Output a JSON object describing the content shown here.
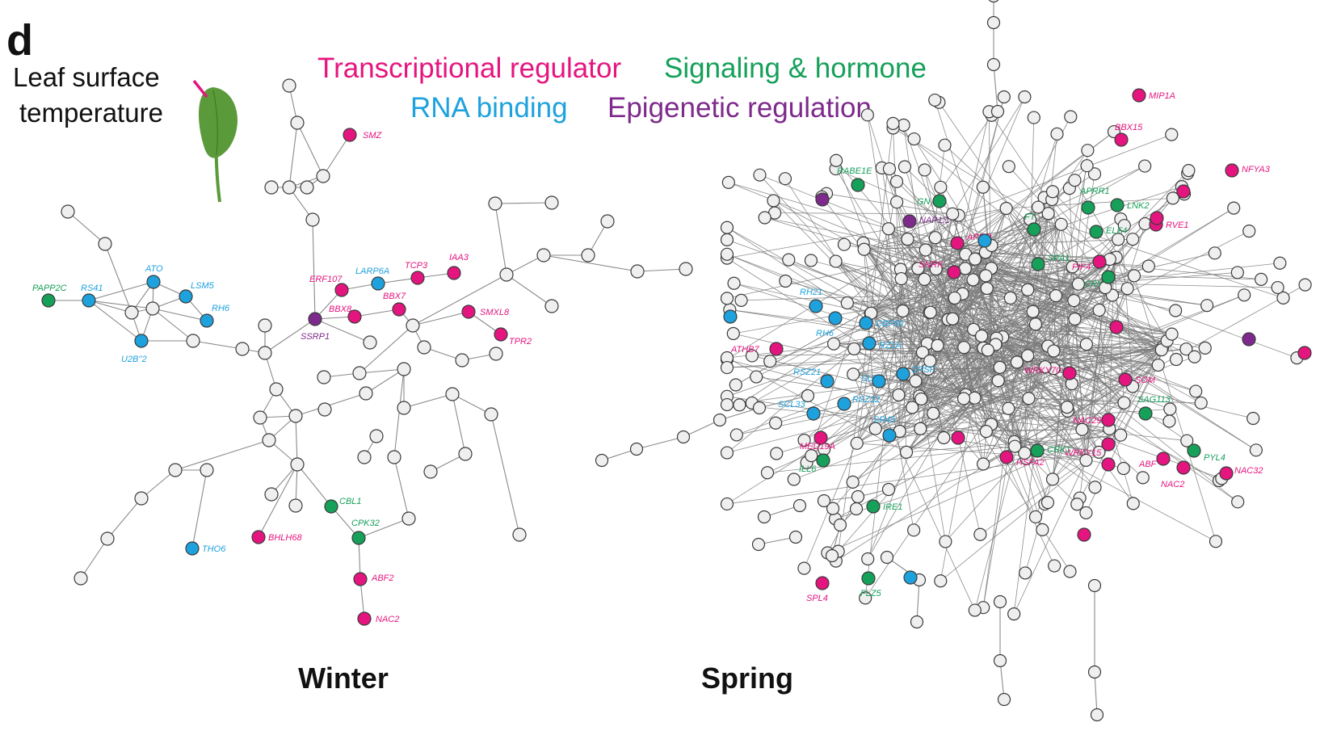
{
  "panel_letter": "d",
  "leaf_caption": [
    "Leaf surface",
    "temperature"
  ],
  "colors": {
    "default_node": "#efefef",
    "transcriptional": "#e5157f",
    "signaling": "#16a05a",
    "rna": "#1ea2dd",
    "epigenetic": "#7e2a8c",
    "leaf": "#5a9a3a",
    "leaf_pointer": "#e5157f"
  },
  "legend": [
    {
      "label": "Transcriptional regulator",
      "category": "transcriptional"
    },
    {
      "label": "Signaling & hormone",
      "category": "signaling"
    },
    {
      "label": "RNA binding",
      "category": "rna"
    },
    {
      "label": "Epigenetic regulation",
      "category": "epigenetic"
    }
  ],
  "networks": {
    "winter": {
      "title": "Winter",
      "genes": [
        {
          "name": "SMZ",
          "category": "transcriptional"
        },
        {
          "name": "PAPP2C",
          "category": "signaling"
        },
        {
          "name": "RS41",
          "category": "rna"
        },
        {
          "name": "ATO",
          "category": "rna"
        },
        {
          "name": "LSM5",
          "category": "rna"
        },
        {
          "name": "RH6",
          "category": "rna"
        },
        {
          "name": "U2B''2",
          "category": "rna"
        },
        {
          "name": "ERF107",
          "category": "transcriptional"
        },
        {
          "name": "LARP6A",
          "category": "rna"
        },
        {
          "name": "TCP3",
          "category": "transcriptional"
        },
        {
          "name": "IAA3",
          "category": "transcriptional"
        },
        {
          "name": "BBX8",
          "category": "transcriptional"
        },
        {
          "name": "BBX7",
          "category": "transcriptional"
        },
        {
          "name": "SSRP1",
          "category": "epigenetic"
        },
        {
          "name": "SMXL8",
          "category": "transcriptional"
        },
        {
          "name": "TPR2",
          "category": "transcriptional"
        },
        {
          "name": "CBL1",
          "category": "signaling"
        },
        {
          "name": "CPK32",
          "category": "signaling"
        },
        {
          "name": "BHLH68",
          "category": "transcriptional"
        },
        {
          "name": "THO6",
          "category": "rna"
        },
        {
          "name": "ABF2",
          "category": "transcriptional"
        },
        {
          "name": "NAC2",
          "category": "transcriptional"
        }
      ]
    },
    "spring": {
      "title": "Spring",
      "genes": [
        {
          "name": "MIP1A",
          "category": "transcriptional"
        },
        {
          "name": "BBX15",
          "category": "transcriptional"
        },
        {
          "name": "NFYA3",
          "category": "transcriptional"
        },
        {
          "name": "RABE1E",
          "category": "signaling"
        },
        {
          "name": "GN",
          "category": "signaling"
        },
        {
          "name": "APRR1",
          "category": "signaling"
        },
        {
          "name": "LNK2",
          "category": "signaling"
        },
        {
          "name": "NAP1;1",
          "category": "epigenetic"
        },
        {
          "name": "APRR",
          "category": "transcriptional"
        },
        {
          "name": "RVE1",
          "category": "transcriptional"
        },
        {
          "name": "ELF4",
          "category": "signaling"
        },
        {
          "name": "FT",
          "category": "signaling"
        },
        {
          "name": "SPA1",
          "category": "signaling"
        },
        {
          "name": "PIF4",
          "category": "transcriptional"
        },
        {
          "name": "CRY",
          "category": "signaling"
        },
        {
          "name": "SNRK",
          "category": "transcriptional"
        },
        {
          "name": "RH21",
          "category": "rna"
        },
        {
          "name": "RH6",
          "category": "rna"
        },
        {
          "name": "CBF80",
          "category": "rna"
        },
        {
          "name": "RZ1A",
          "category": "rna"
        },
        {
          "name": "ATHB7",
          "category": "transcriptional"
        },
        {
          "name": "RSZ21",
          "category": "rna"
        },
        {
          "name": "SUA",
          "category": "rna"
        },
        {
          "name": "CPSF",
          "category": "rna"
        },
        {
          "name": "SCL33",
          "category": "rna"
        },
        {
          "name": "RSZ32",
          "category": "rna"
        },
        {
          "name": "SR45",
          "category": "rna"
        },
        {
          "name": "WRKY70",
          "category": "transcriptional"
        },
        {
          "name": "SOM",
          "category": "transcriptional"
        },
        {
          "name": "SAG113",
          "category": "signaling"
        },
        {
          "name": "NAC29",
          "category": "transcriptional"
        },
        {
          "name": "WRKY15",
          "category": "transcriptional"
        },
        {
          "name": "MED19A",
          "category": "transcriptional"
        },
        {
          "name": "ILL6",
          "category": "signaling"
        },
        {
          "name": "CRK1",
          "category": "signaling"
        },
        {
          "name": "HSFA2",
          "category": "transcriptional"
        },
        {
          "name": "ABF",
          "category": "transcriptional"
        },
        {
          "name": "NAC2",
          "category": "transcriptional"
        },
        {
          "name": "PYL4",
          "category": "signaling"
        },
        {
          "name": "NAC32",
          "category": "transcriptional"
        },
        {
          "name": "IRE1",
          "category": "signaling"
        },
        {
          "name": "SPL4",
          "category": "transcriptional"
        },
        {
          "name": "FLZ5",
          "category": "signaling"
        }
      ]
    }
  }
}
